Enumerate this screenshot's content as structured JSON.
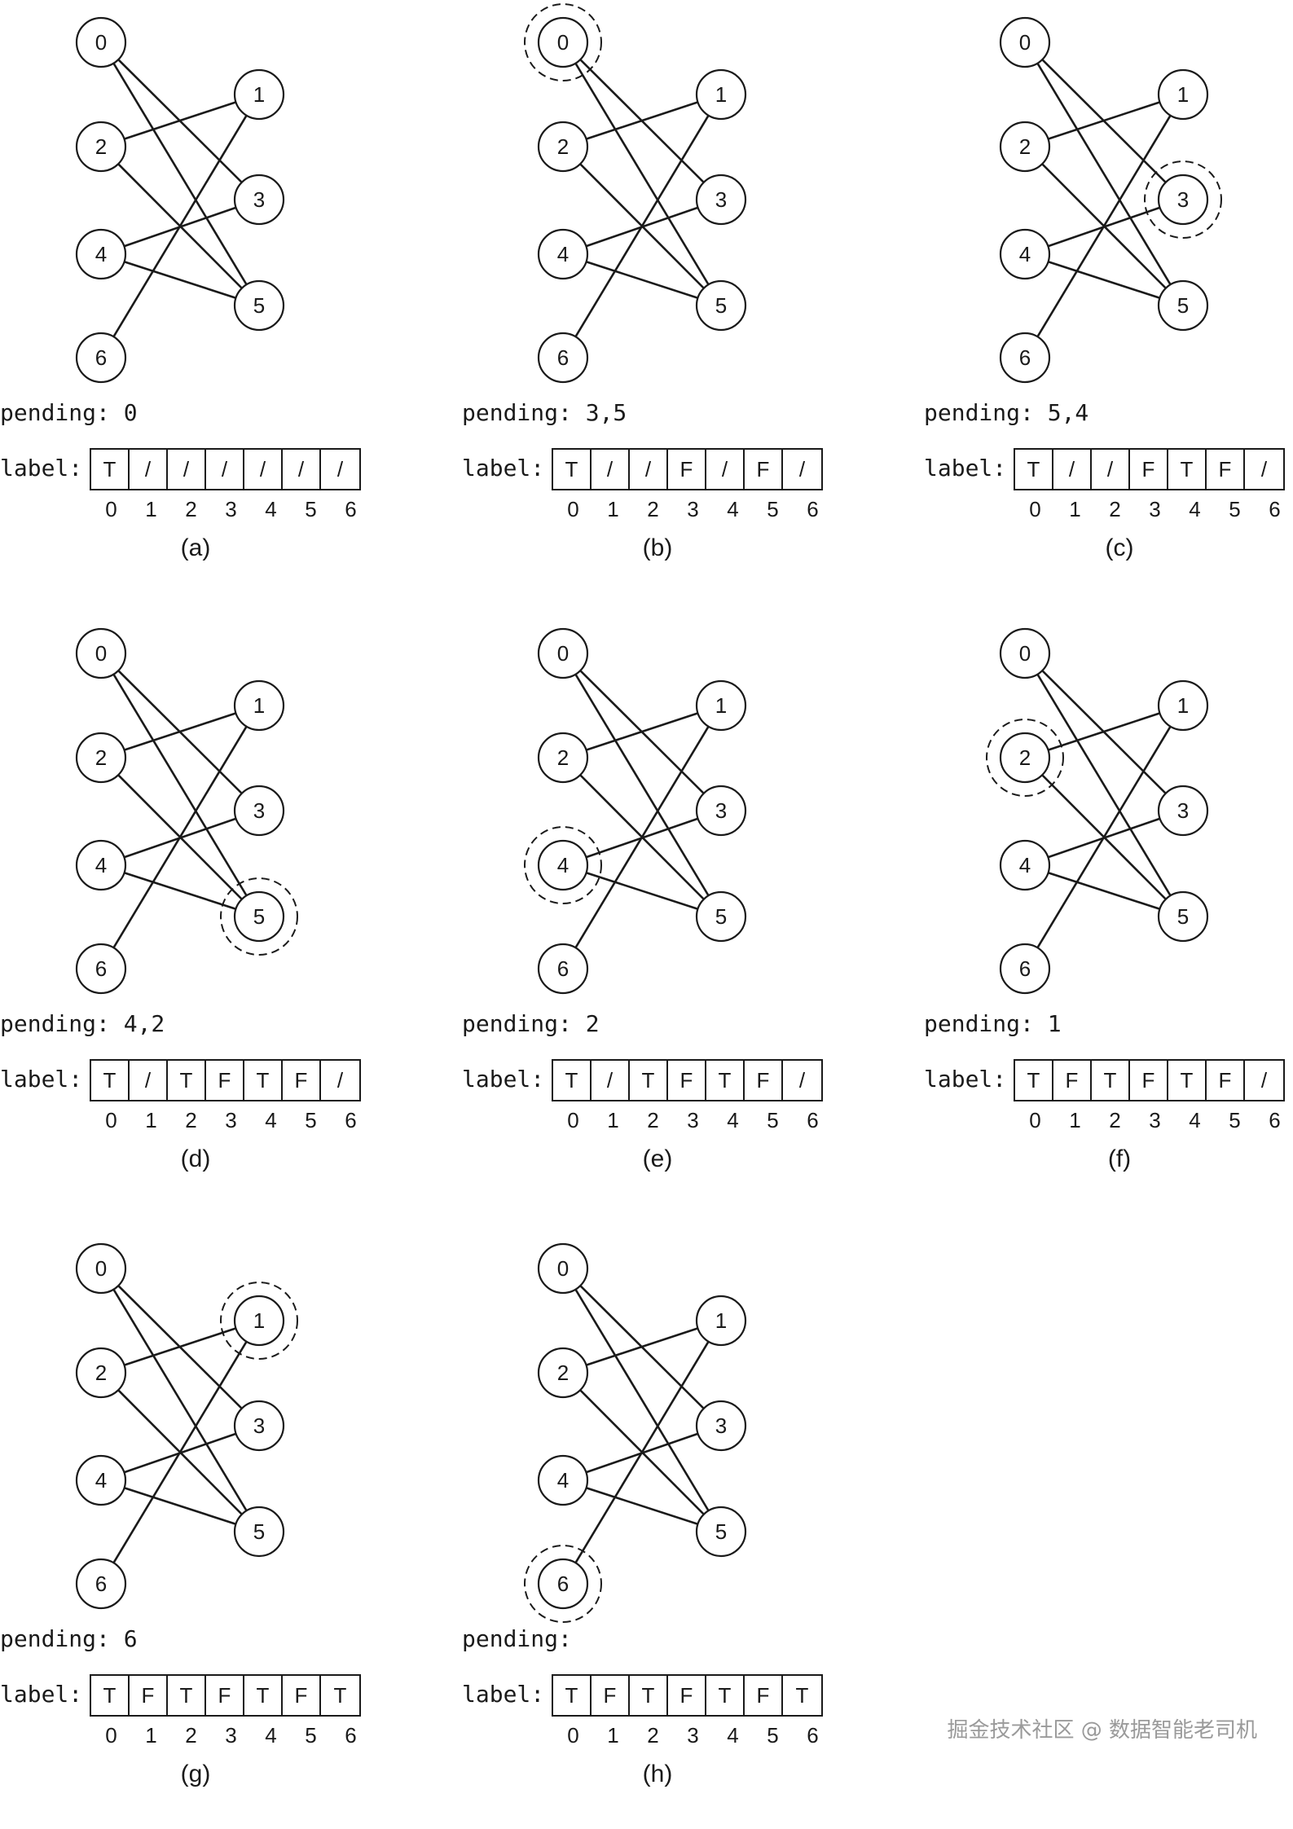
{
  "graph": {
    "nodes": [
      "0",
      "1",
      "2",
      "3",
      "4",
      "5",
      "6"
    ],
    "edges": [
      [
        0,
        3
      ],
      [
        0,
        5
      ],
      [
        2,
        1
      ],
      [
        2,
        5
      ],
      [
        4,
        3
      ],
      [
        4,
        5
      ],
      [
        6,
        1
      ]
    ]
  },
  "label_prefix": "label:",
  "pending_prefix": "pending:",
  "indices": [
    "0",
    "1",
    "2",
    "3",
    "4",
    "5",
    "6"
  ],
  "panels": [
    {
      "caption": "(a)",
      "pending": "0",
      "highlight": null,
      "labels": [
        "T",
        "/",
        "/",
        "/",
        "/",
        "/",
        "/"
      ]
    },
    {
      "caption": "(b)",
      "pending": "3,5",
      "highlight": 0,
      "labels": [
        "T",
        "/",
        "/",
        "F",
        "/",
        "F",
        "/"
      ]
    },
    {
      "caption": "(c)",
      "pending": "5,4",
      "highlight": 3,
      "labels": [
        "T",
        "/",
        "/",
        "F",
        "T",
        "F",
        "/"
      ]
    },
    {
      "caption": "(d)",
      "pending": "4,2",
      "highlight": 5,
      "labels": [
        "T",
        "/",
        "T",
        "F",
        "T",
        "F",
        "/"
      ]
    },
    {
      "caption": "(e)",
      "pending": "2",
      "highlight": 4,
      "labels": [
        "T",
        "/",
        "T",
        "F",
        "T",
        "F",
        "/"
      ]
    },
    {
      "caption": "(f)",
      "pending": "1",
      "highlight": 2,
      "labels": [
        "T",
        "F",
        "T",
        "F",
        "T",
        "F",
        "/"
      ]
    },
    {
      "caption": "(g)",
      "pending": "6",
      "highlight": 1,
      "labels": [
        "T",
        "F",
        "T",
        "F",
        "T",
        "F",
        "T"
      ]
    },
    {
      "caption": "(h)",
      "pending": "",
      "highlight": 6,
      "labels": [
        "T",
        "F",
        "T",
        "F",
        "T",
        "F",
        "T"
      ]
    }
  ],
  "watermark": "掘金技术社区 @ 数据智能老司机"
}
